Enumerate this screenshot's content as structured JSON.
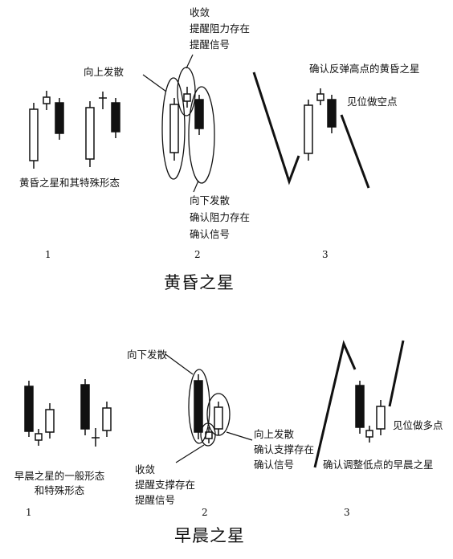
{
  "evening_star": {
    "title": "黄昏之星",
    "panel_numbers": [
      "1",
      "2",
      "3"
    ],
    "panel1_caption": "黄昏之星和其特殊形态",
    "panel2_top_label": [
      "收敛",
      "提醒阻力存在",
      "提醒信号"
    ],
    "panel2_left_label": "向上发散",
    "panel2_bottom_label": [
      "向下发散",
      "确认阻力存在",
      "确认信号"
    ],
    "panel3_top_label": "确认反弹高点的黄昏之星",
    "panel3_right_label": "见位做空点"
  },
  "morning_star": {
    "title": "早晨之星",
    "panel_numbers": [
      "1",
      "2",
      "3"
    ],
    "panel1_caption": [
      "早晨之星的一般形态",
      "和特殊形态"
    ],
    "panel2_top_label": "向下发散",
    "panel2_left_label": [
      "收敛",
      "提醒支撑存在",
      "提醒信号"
    ],
    "panel2_right_label": [
      "向上发散",
      "确认支撑存在",
      "确认信号"
    ],
    "panel3_caption": "确认调整低点的早晨之星",
    "panel3_right_label": "见位做多点"
  }
}
